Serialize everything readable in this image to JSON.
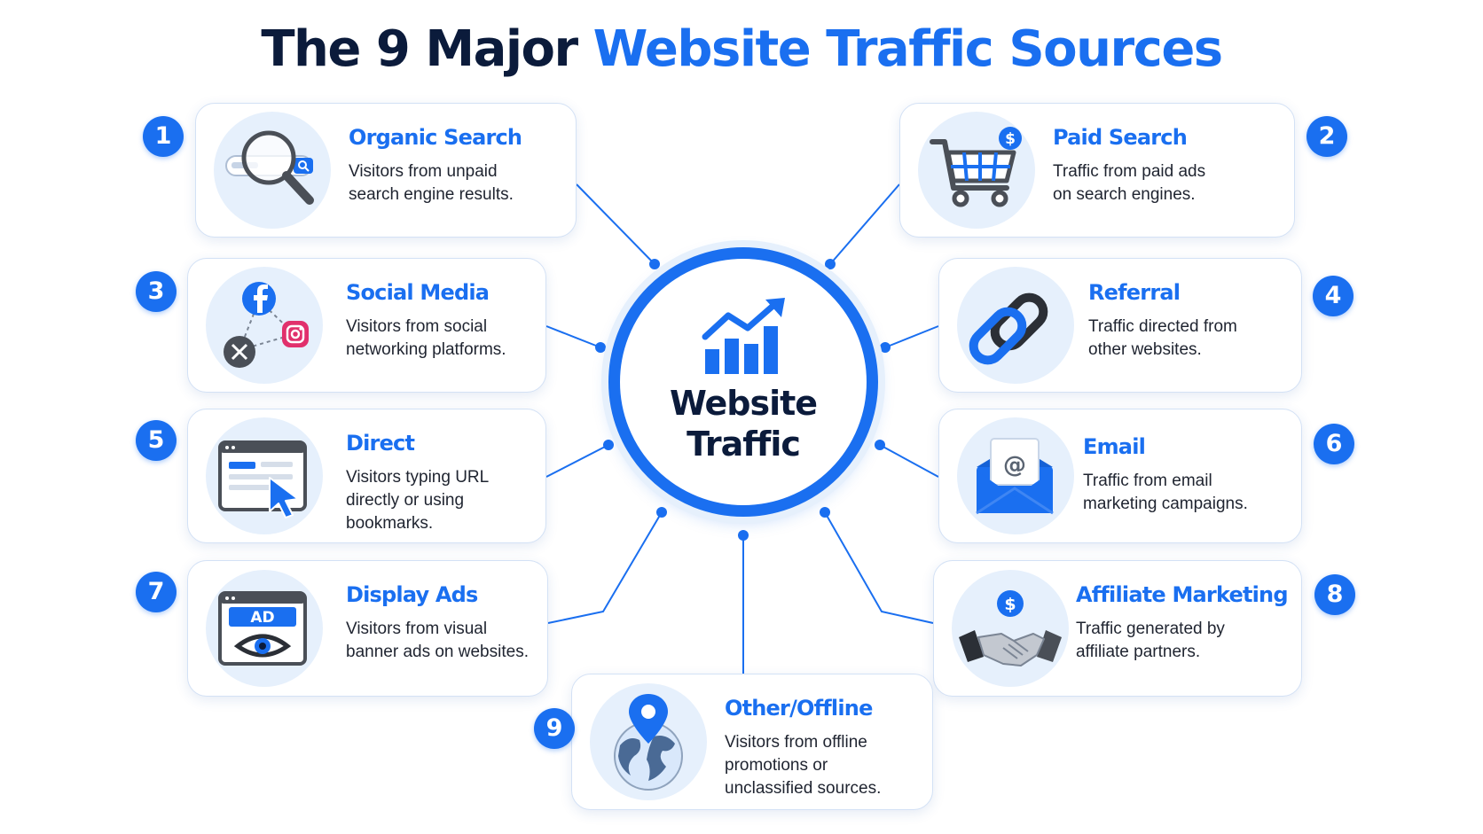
{
  "title": {
    "part1": "The 9 Major ",
    "part2": "Website Traffic Sources"
  },
  "center": {
    "line1": "Website",
    "line2": "Traffic"
  },
  "sources": [
    {
      "number": "1",
      "title": "Organic Search",
      "description": "Visitors from unpaid search engine results.",
      "icon": "magnifying-glass-icon"
    },
    {
      "number": "2",
      "title": "Paid Search",
      "description": "Traffic from paid ads on search engines.",
      "icon": "shopping-cart-icon"
    },
    {
      "number": "3",
      "title": "Social Media",
      "description": "Visitors from social networking platforms.",
      "icon": "social-network-icon"
    },
    {
      "number": "4",
      "title": "Referral",
      "description": "Traffic directed from other websites.",
      "icon": "chain-link-icon"
    },
    {
      "number": "5",
      "title": "Direct",
      "description": "Visitors typing URL directly or using bookmarks.",
      "icon": "browser-cursor-icon"
    },
    {
      "number": "6",
      "title": "Email",
      "description": "Traffic from email marketing campaigns.",
      "icon": "envelope-icon"
    },
    {
      "number": "7",
      "title": "Display Ads",
      "description": "Visitors from visual banner ads on websites.",
      "icon": "ad-eye-icon"
    },
    {
      "number": "8",
      "title": "Affiliate Marketing",
      "description": "Traffic generated by affiliate partners.",
      "icon": "handshake-icon"
    },
    {
      "number": "9",
      "title": "Other/Offline",
      "description": "Visitors from offline promotions or unclassified sources.",
      "icon": "globe-pin-icon"
    }
  ],
  "icon_text": {
    "ad": "AD",
    "dollar": "$",
    "at": "@"
  },
  "colors": {
    "accent": "#1a6ff0",
    "dark": "#0b1b3b",
    "icon_bg": "#e6f0fc",
    "card_border": "#d3e1f5"
  }
}
